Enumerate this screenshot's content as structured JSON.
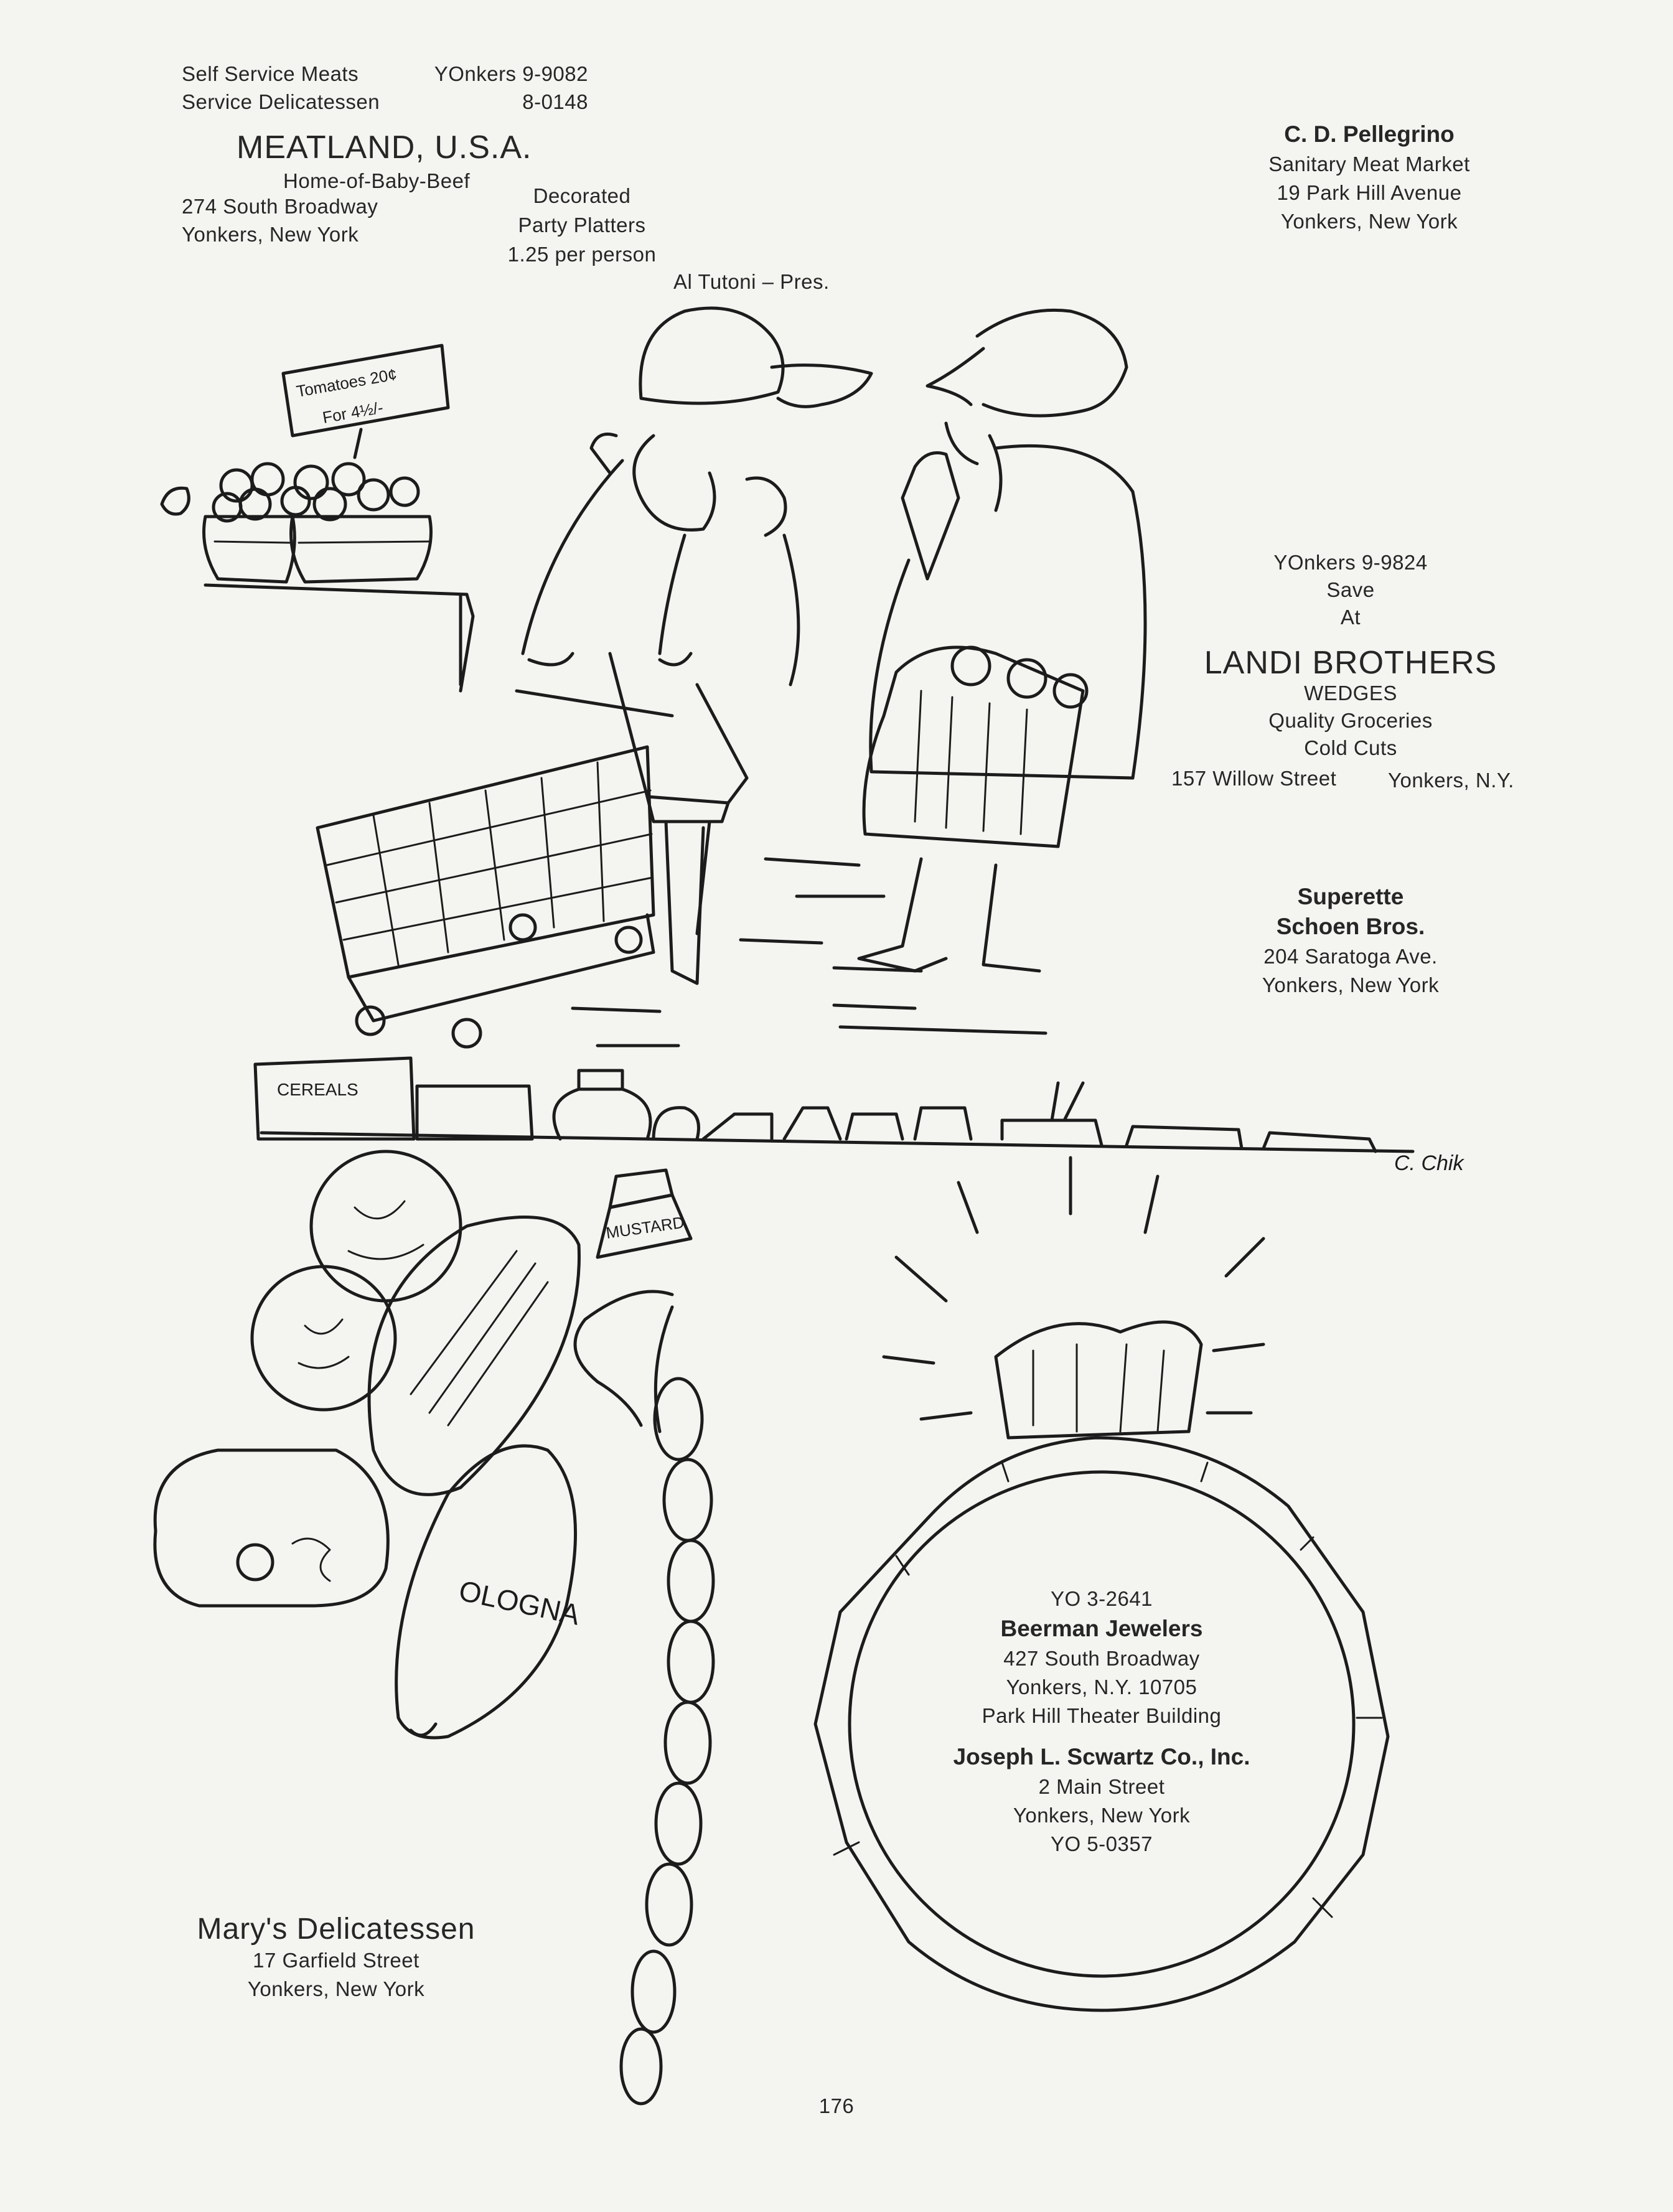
{
  "meatland": {
    "line1_left": "Self Service Meats",
    "line1_right": "YOnkers 9-9082",
    "line2_left": "Service Delicatessen",
    "line2_right": "8-0148",
    "name": "MEATLAND, U.S.A.",
    "tagline": "Home-of-Baby-Beef",
    "address": "274 South Broadway",
    "city": "Yonkers, New York",
    "platters": [
      "Decorated",
      "Party Platters",
      "1.25 per person"
    ],
    "president": "Al Tutoni – Pres."
  },
  "pellegrino": {
    "name": "C. D. Pellegrino",
    "lines": [
      "Sanitary Meat Market",
      "19 Park Hill Avenue",
      "Yonkers, New York"
    ]
  },
  "landi": {
    "phone": "YOnkers 9-9824",
    "save": "Save",
    "at": "At",
    "name": "LANDI BROTHERS",
    "lines": [
      "WEDGES",
      "Quality Groceries",
      "Cold Cuts"
    ],
    "street": "157 Willow Street",
    "city": "Yonkers, N.Y."
  },
  "superette": {
    "name1": "Superette",
    "name2": "Schoen Bros.",
    "lines": [
      "204 Saratoga Ave.",
      "Yonkers, New York"
    ]
  },
  "beerman": {
    "phone": "YO 3-2641",
    "name": "Beerman Jewelers",
    "lines": [
      "427 South Broadway",
      "Yonkers, N.Y.   10705",
      "Park Hill Theater Building"
    ]
  },
  "schwartz": {
    "name": "Joseph L. Scwartz Co., Inc.",
    "lines": [
      "2 Main Street",
      "Yonkers, New York",
      "YO 5-0357"
    ]
  },
  "marys": {
    "name": "Mary's Delicatessen",
    "lines": [
      "17 Garfield Street",
      "Yonkers, New York"
    ]
  },
  "drawing_text": {
    "tomato_sign_1": "Tomatoes 20¢",
    "tomato_sign_2": "For 4½/-",
    "cereals": "CEREALS",
    "mustard": "MUSTARD",
    "bologna": "OLOGNA",
    "signature": "C. Chik"
  },
  "page_number": "176"
}
